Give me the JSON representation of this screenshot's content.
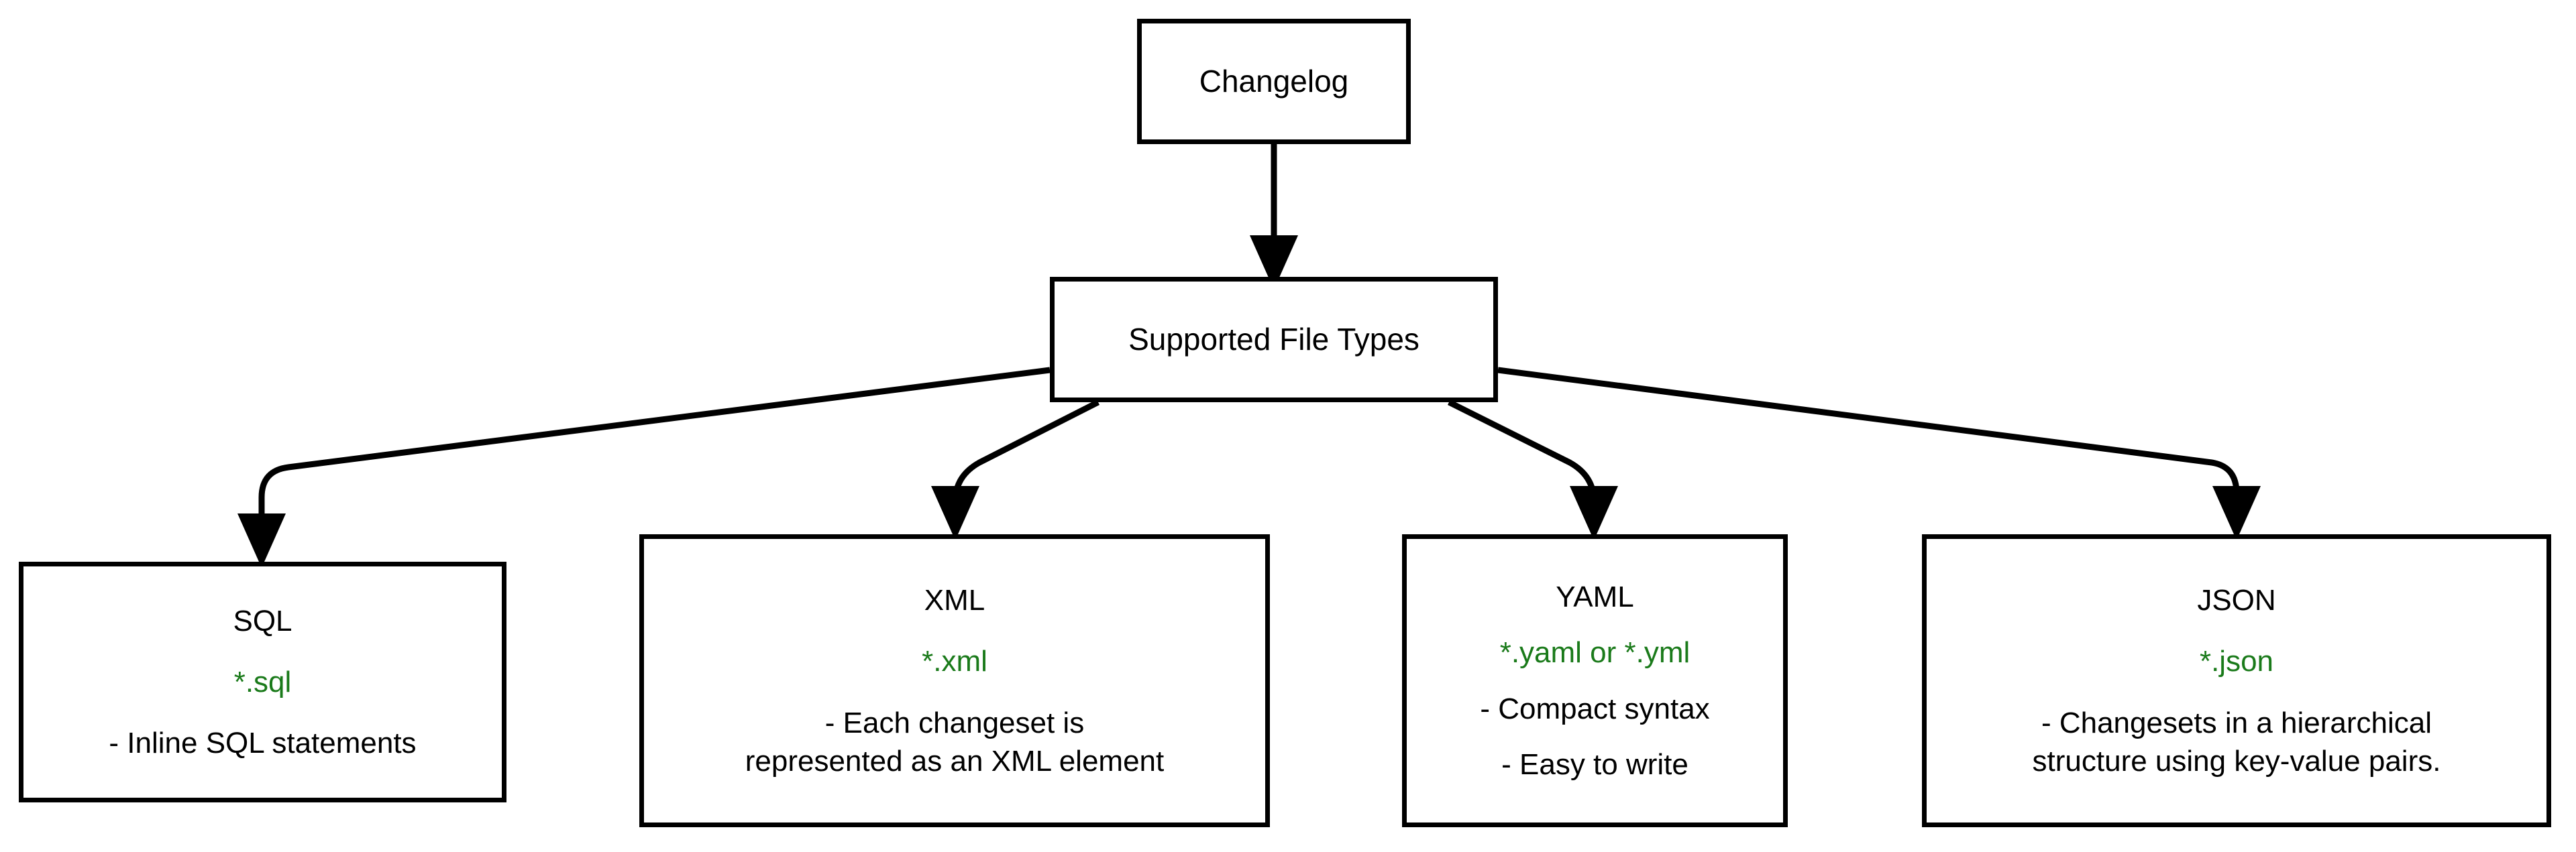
{
  "diagram": {
    "type": "flowchart",
    "direction": "top-down",
    "background_color": "#ffffff",
    "node_border_color": "#000000",
    "node_fill_color": "#ffffff",
    "text_color": "#000000",
    "extension_text_color": "#1a7a1a",
    "edge_color": "#000000"
  },
  "nodes": {
    "changelog": {
      "title": "Changelog"
    },
    "supported": {
      "title": "Supported File Types"
    },
    "sql": {
      "title": "SQL",
      "extensions": "*.sql",
      "desc_line_1": "- Inline SQL statements"
    },
    "xml": {
      "title": "XML",
      "extensions": "*.xml",
      "desc_line_1": "- Each changeset is",
      "desc_line_2": "represented as an XML element"
    },
    "yaml": {
      "title": "YAML",
      "extensions": "*.yaml or *.yml",
      "desc_line_1": "- Compact syntax",
      "desc_line_2": "- Easy to write"
    },
    "json": {
      "title": "JSON",
      "extensions": "*.json",
      "desc_line_1": "- Changesets in a hierarchical",
      "desc_line_2": "structure using key-value pairs."
    }
  },
  "edges": [
    {
      "from": "changelog",
      "to": "supported",
      "style": "straight-arrow"
    },
    {
      "from": "supported",
      "to": "sql",
      "style": "elbow-arrow"
    },
    {
      "from": "supported",
      "to": "xml",
      "style": "elbow-arrow"
    },
    {
      "from": "supported",
      "to": "yaml",
      "style": "elbow-arrow"
    },
    {
      "from": "supported",
      "to": "json",
      "style": "elbow-arrow"
    }
  ]
}
